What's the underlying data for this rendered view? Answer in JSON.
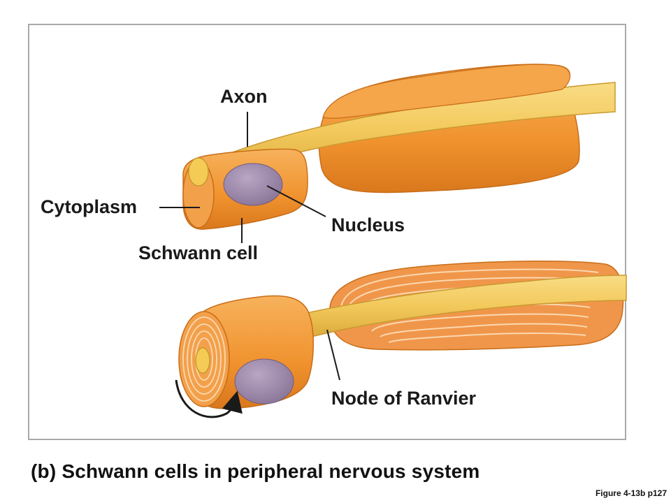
{
  "labels": {
    "axon": "Axon",
    "cytoplasm": "Cytoplasm",
    "nucleus": "Nucleus",
    "schwann_cell": "Schwann cell",
    "node_of_ranvier": "Node of Ranvier"
  },
  "caption": "(b) Schwann cells in peripheral nervous system",
  "figure_ref": "Figure 4-13b p127",
  "colors": {
    "axon": "#f2c85a",
    "schwann": "#f0922e",
    "nucleus": "#9a86a8",
    "label_text": "#1a1a1a",
    "frame": "#a9a9a9"
  }
}
